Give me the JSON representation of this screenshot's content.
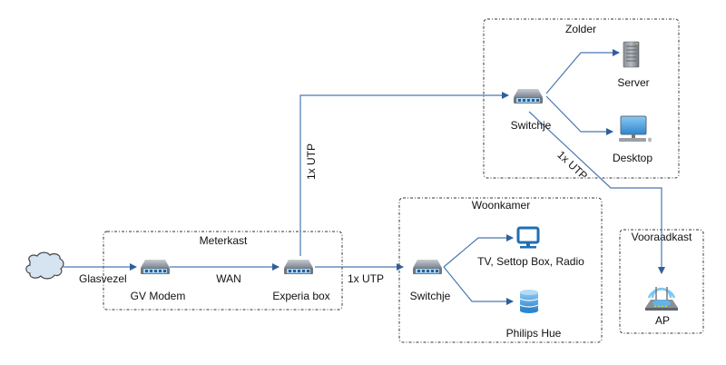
{
  "diagram": {
    "groups": {
      "meterkast": "Meterkast",
      "woonkamer": "Woonkamer",
      "zolder": "Zolder",
      "vooraadkast": "Vooraadkast"
    },
    "nodes": {
      "internet": "",
      "gv_modem": "GV Modem",
      "experia_box": "Experia box",
      "switch_woonkamer": "Switchje",
      "tv": "TV, Settop Box, Radio",
      "philips_hue": "Philips Hue",
      "switch_zolder": "Switchje",
      "server": "Server",
      "desktop": "Desktop",
      "ap": "AP"
    },
    "links": {
      "glasvezel": "Glasvezel",
      "wan": "WAN",
      "utp_woonkamer": "1x UTP",
      "utp_zolder": "1x UTP",
      "utp_ap": "1x UTP"
    },
    "icons": {
      "internet": "cloud-icon",
      "gv_modem": "network-switch-icon",
      "experia_box": "network-switch-icon",
      "switch_woonkamer": "network-switch-icon",
      "switch_zolder": "network-switch-icon",
      "tv": "monitor-icon",
      "philips_hue": "database-icon",
      "server": "server-icon",
      "desktop": "desktop-computer-icon",
      "ap": "wireless-access-point-icon"
    },
    "colors": {
      "link": "#4a78b0",
      "icon_blue": "#1f6fb2",
      "cloud_fill": "#d6e4f2"
    }
  }
}
